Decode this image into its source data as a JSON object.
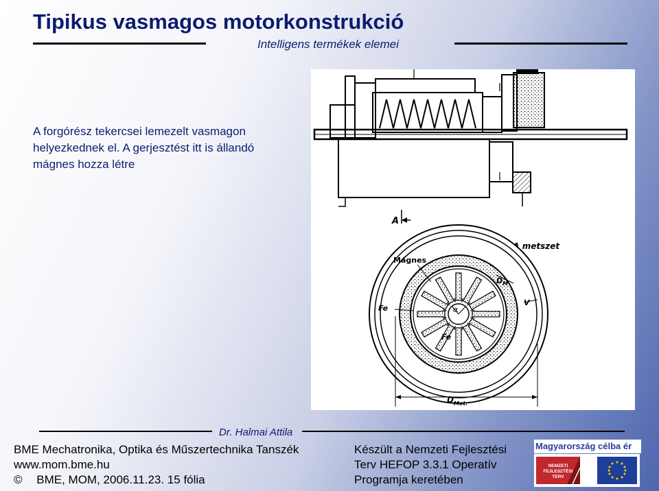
{
  "header": {
    "title": "Tipikus vasmagos motorkonstrukció",
    "subtitle": "Intelligens termékek elemei"
  },
  "body": {
    "text": "A forgórész tekercsei lemezelt vasmagon helyezkednek el. A gerjesztést itt is állandó mágnes hozza létre"
  },
  "figure": {
    "label_a": "A",
    "section_label": "A-A metszet",
    "label_magnes": "Mágnes",
    "label_fe_left": "Fe",
    "label_fe_center": "Fe",
    "label_alpha": "α",
    "label_v": "V",
    "label_dm": "D",
    "label_dm_sub": "M",
    "label_dmot": "D",
    "label_dmot_sub": "Mot."
  },
  "footer": {
    "author": "Dr. Halmai Attila",
    "department": "BME Mechatronika, Optika és Műszertechnika Tanszék",
    "website": "www.mom.bme.hu",
    "copyright_symbol": "©",
    "copyright": "BME, MOM,  2006.11.23. 15 fólia",
    "funding_line1": "Készült a Nemzeti Fejlesztési",
    "funding_line2": "Terv HEFOP 3.3.1 Operatív",
    "funding_line3": "Programja keretében",
    "logo_banner": "Magyarország célba ér",
    "logo_text": "NEMZETI FEJLESZTÉSI TERV"
  },
  "colors": {
    "title": "#0d1b6e",
    "logo_red": "#c0282d",
    "logo_blue": "#1d3f9a"
  }
}
